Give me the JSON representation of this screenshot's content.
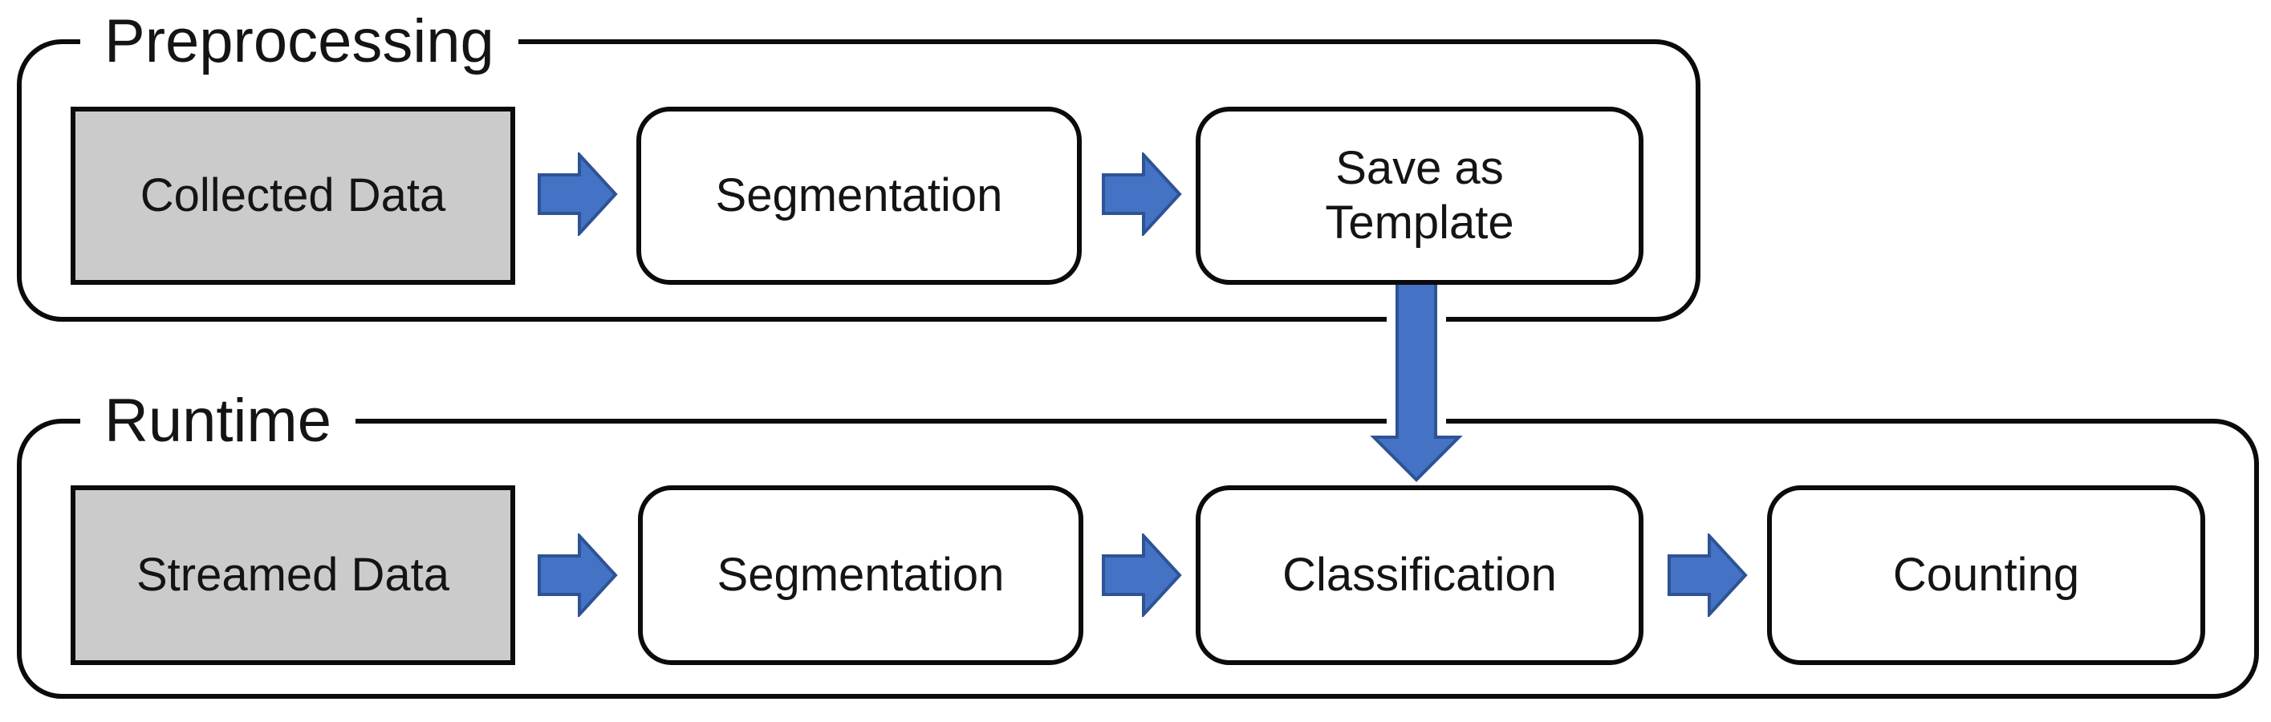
{
  "preprocessing": {
    "label": "Preprocessing",
    "steps": {
      "collected_data": "Collected Data",
      "segmentation": "Segmentation",
      "save_as_template": "Save as\nTemplate"
    }
  },
  "runtime": {
    "label": "Runtime",
    "steps": {
      "streamed_data": "Streamed Data",
      "segmentation": "Segmentation",
      "classification": "Classification",
      "counting": "Counting"
    }
  },
  "icons": {
    "flow_arrow_right": "right-arrow",
    "flow_arrow_down": "down-arrow"
  },
  "colors": {
    "arrow_fill": "#4472c4",
    "arrow_stroke": "#2e5395",
    "node_border": "#0b0b0b",
    "gray_node_fill": "#cbcbcb",
    "background": "#ffffff"
  }
}
